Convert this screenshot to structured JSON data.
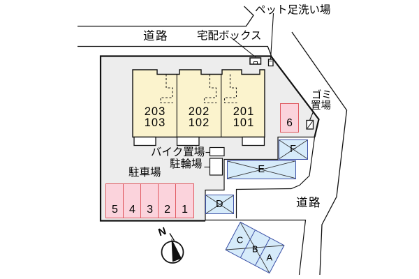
{
  "labels": {
    "road_top": "道路",
    "road_right": "道路",
    "pet_wash": "ペット足洗い場",
    "delivery_box": "宅配ボックス",
    "garbage_line1": "ゴミ",
    "garbage_line2": "置場",
    "bike_parking": "バイク置場",
    "bicycle_parking": "駐輪場",
    "car_parking": "駐車場",
    "compass_north": "N"
  },
  "building": {
    "units": [
      {
        "upper": "203",
        "lower": "103"
      },
      {
        "upper": "202",
        "lower": "102"
      },
      {
        "upper": "201",
        "lower": "101"
      }
    ]
  },
  "parking": {
    "stalls": [
      "5",
      "4",
      "3",
      "2",
      "1"
    ],
    "stall_6": "6",
    "spaces": {
      "f": "F",
      "e": "E",
      "d": "D",
      "c": "C",
      "b": "B",
      "a": "A"
    }
  },
  "colors": {
    "site_gray": "#ededed",
    "building_yellow": "#fbf3cd",
    "stall_pink_fill": "#fbd3dc",
    "stall_red_border": "#e0575e",
    "space_blue_fill": "#d6ebfa",
    "space_blue_border": "#3b4fa5",
    "line_black": "#111111"
  }
}
